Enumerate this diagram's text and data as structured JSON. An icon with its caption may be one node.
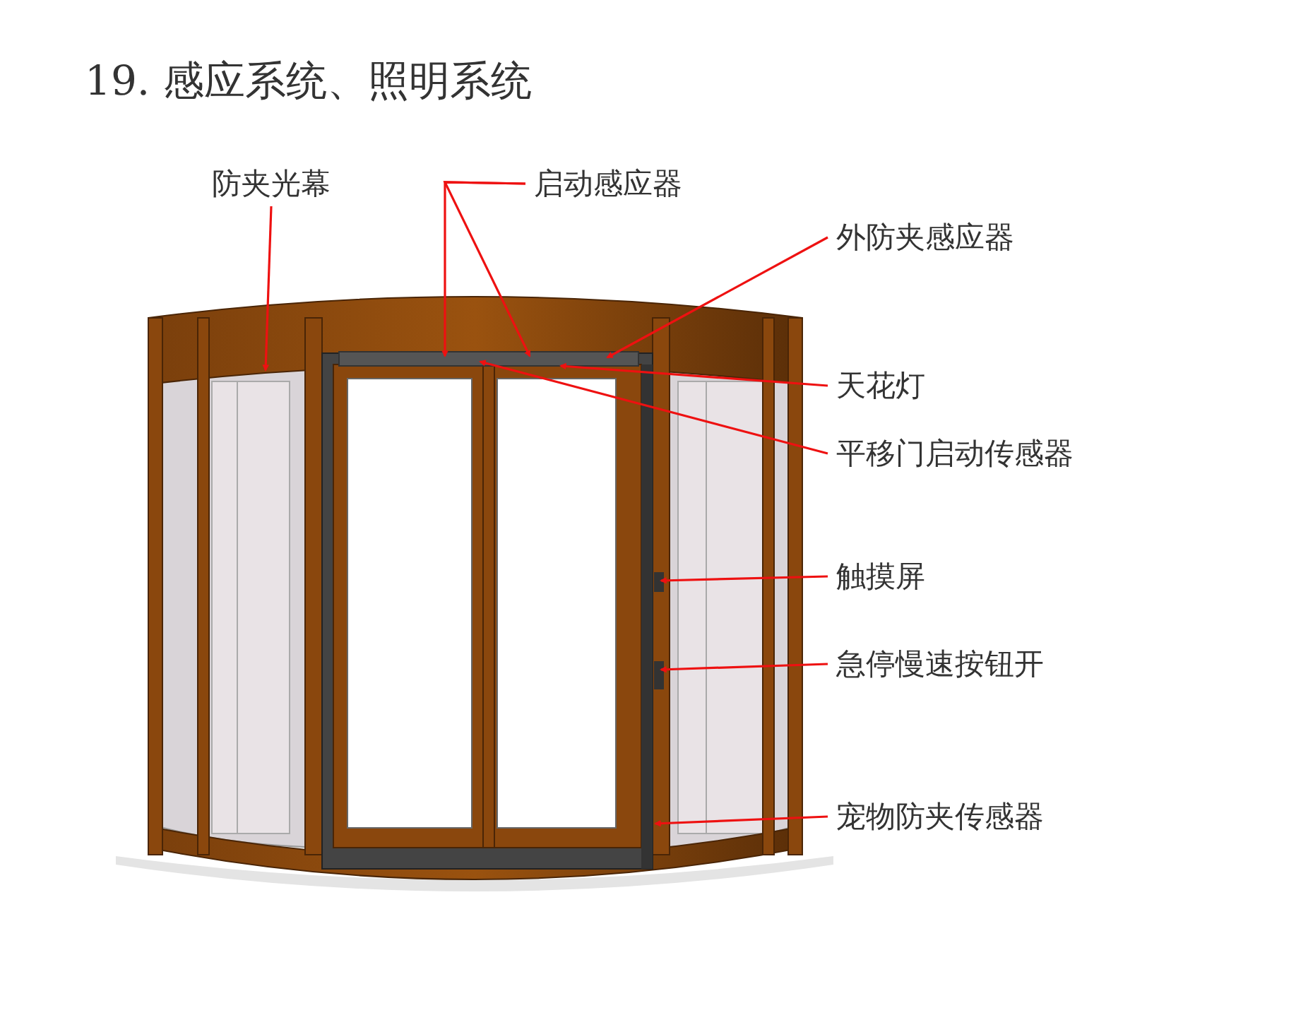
{
  "diagram": {
    "title": "19. 感应系统、照明系统",
    "nodes": [
      {
        "text": [
          "防夹光幕"
        ]
      },
      {
        "text": [
          "启动感应器"
        ]
      },
      {
        "text": [
          "外防夹感应器"
        ]
      },
      {
        "text": [
          "天花灯"
        ]
      },
      {
        "text": [
          "平移门启动传感器"
        ]
      },
      {
        "text": [
          "触摸屏"
        ]
      },
      {
        "text": [
          "急停慢速按钮开"
        ]
      },
      {
        "text": [
          "宠物防夹传感器"
        ]
      }
    ],
    "edges": [
      {
        "from": 0,
        "to": null,
        "arrow": "to",
        "color": "#ee1111"
      },
      {
        "from": 1,
        "to": null,
        "arrow": "to",
        "color": "#ee1111"
      },
      {
        "from": 1,
        "to": null,
        "arrow": "to",
        "color": "#ee1111"
      },
      {
        "from": 2,
        "to": null,
        "arrow": "to",
        "color": "#ee1111"
      },
      {
        "from": 3,
        "to": null,
        "arrow": "to",
        "color": "#ee1111"
      },
      {
        "from": 4,
        "to": null,
        "arrow": "to",
        "color": "#ee1111"
      },
      {
        "from": 5,
        "to": null,
        "arrow": "to",
        "color": "#ee1111"
      },
      {
        "from": 6,
        "to": null,
        "arrow": "to",
        "color": "#ee1111"
      },
      {
        "from": 7,
        "to": null,
        "arrow": "to",
        "color": "#ee1111"
      }
    ]
  }
}
